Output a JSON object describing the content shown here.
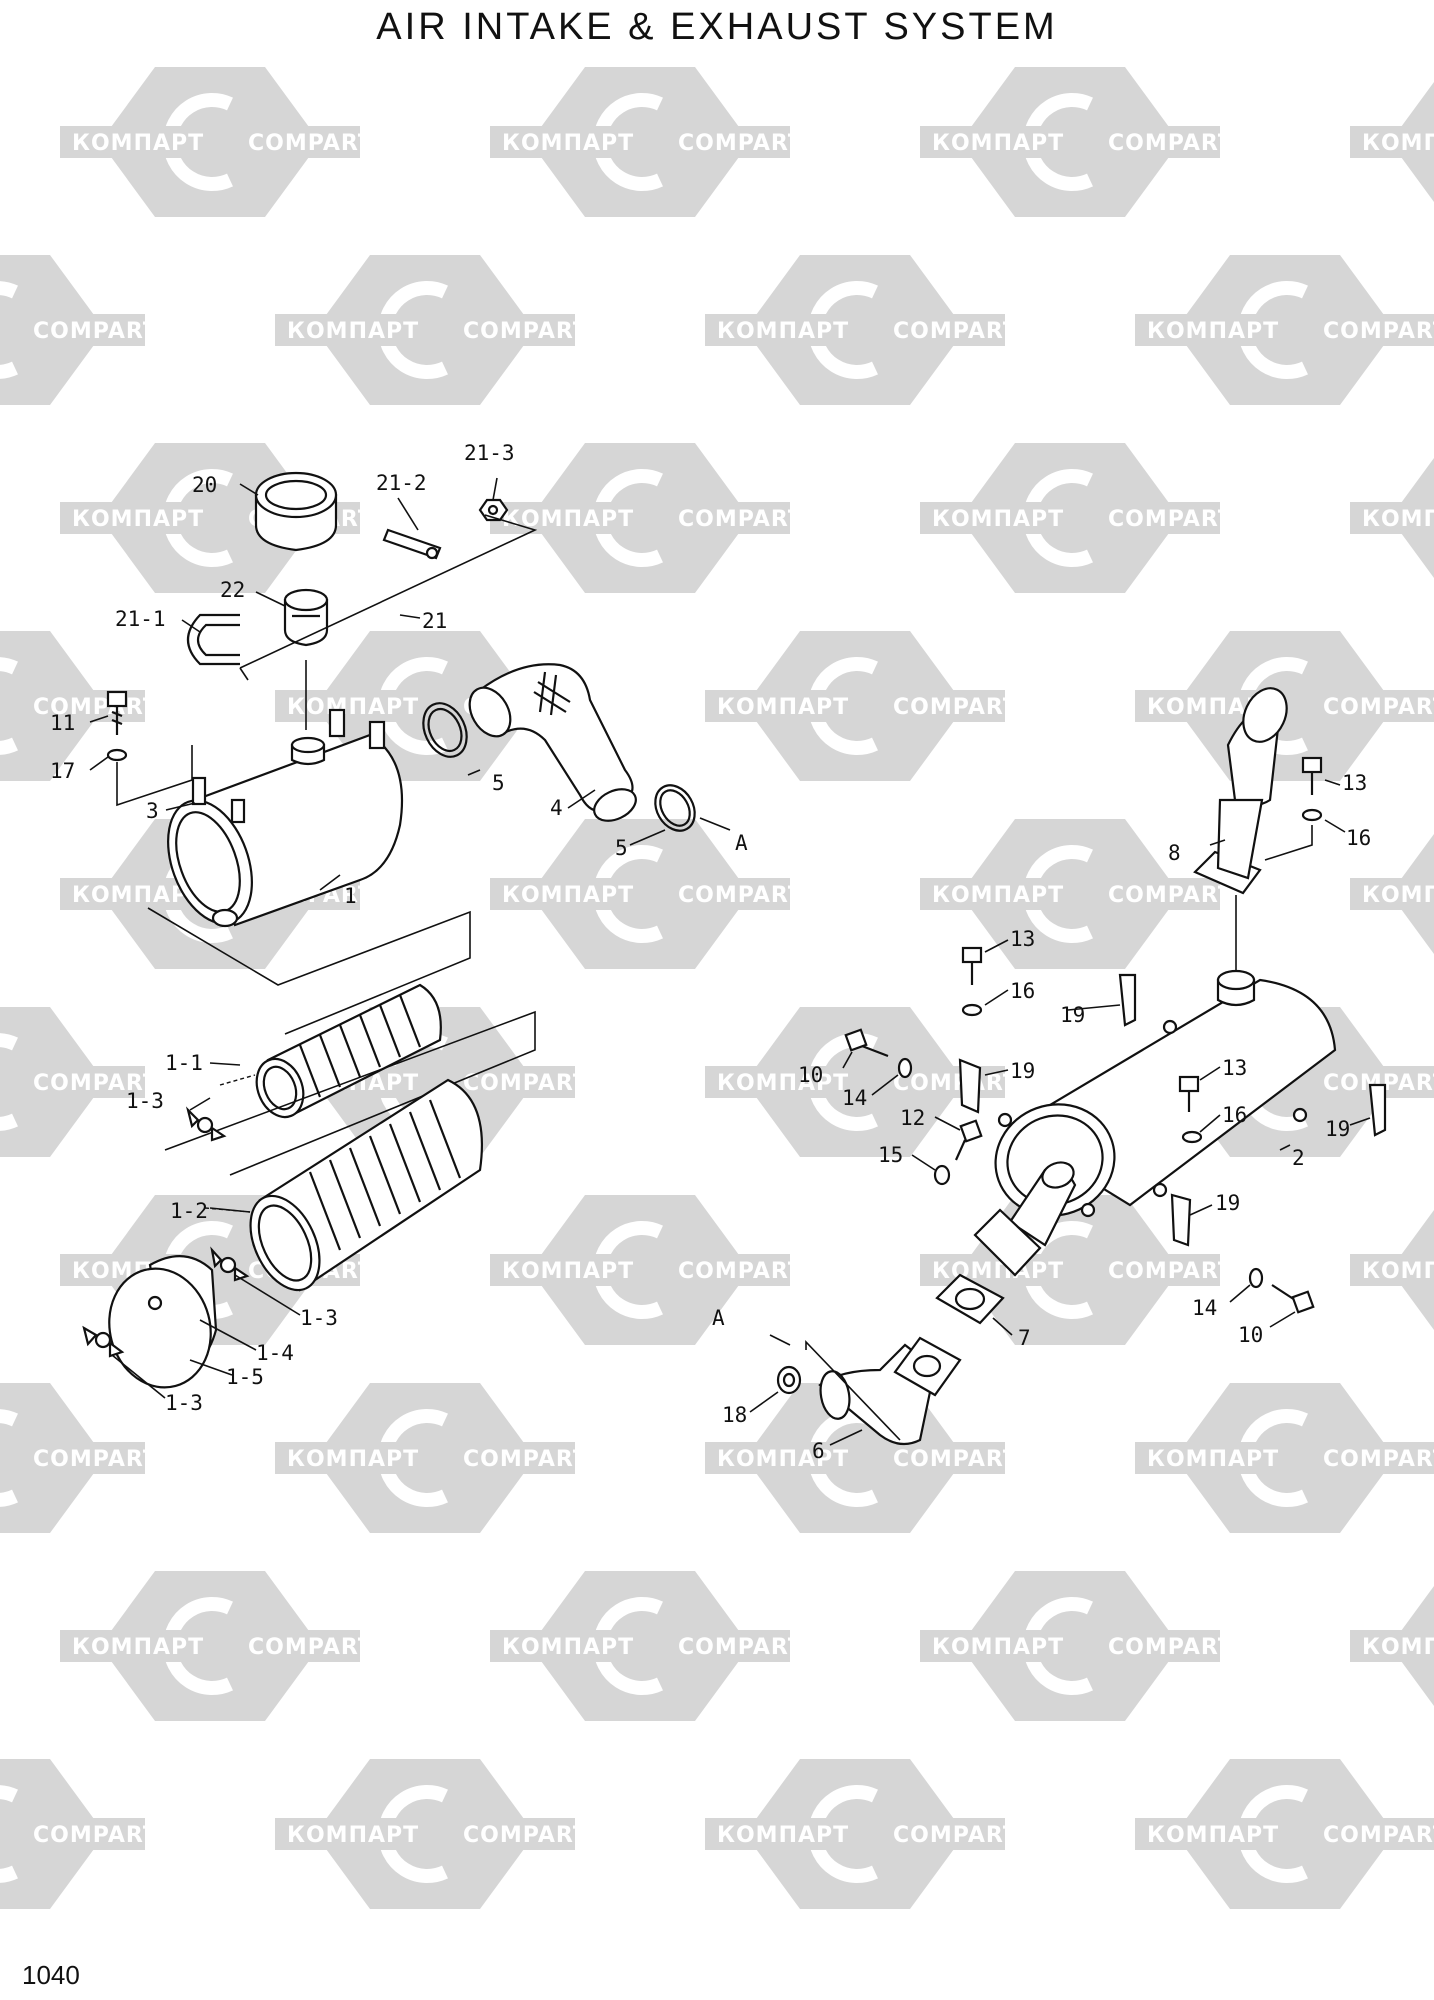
{
  "title": "AIR  INTAKE  &  EXHAUST  SYSTEM",
  "page_number": "1040",
  "watermark": {
    "latin": "COMPART",
    "cyrillic": "КОМПАРТ",
    "color": "#d4d4d4"
  },
  "callouts": {
    "c1": "1",
    "c1_1": "1-1",
    "c1_2": "1-2",
    "c1_3a": "1-3",
    "c1_3b": "1-3",
    "c1_3c": "1-3",
    "c1_4": "1-4",
    "c1_5": "1-5",
    "c2": "2",
    "c3": "3",
    "c4": "4",
    "c5a": "5",
    "c5b": "5",
    "c6": "6",
    "c7": "7",
    "c8": "8",
    "c10a": "10",
    "c10b": "10",
    "c11": "11",
    "c12": "12",
    "c13a": "13",
    "c13b": "13",
    "c13c": "13",
    "c14a": "14",
    "c14b": "14",
    "c15": "15",
    "c16a": "16",
    "c16b": "16",
    "c16c": "16",
    "c17": "17",
    "c18": "18",
    "c19a": "19",
    "c19b": "19",
    "c19c": "19",
    "c19d": "19",
    "c20": "20",
    "c21": "21",
    "c21_1": "21-1",
    "c21_2": "21-2",
    "c21_3": "21-3",
    "c22": "22",
    "refA1": "A",
    "refA2": "A"
  }
}
